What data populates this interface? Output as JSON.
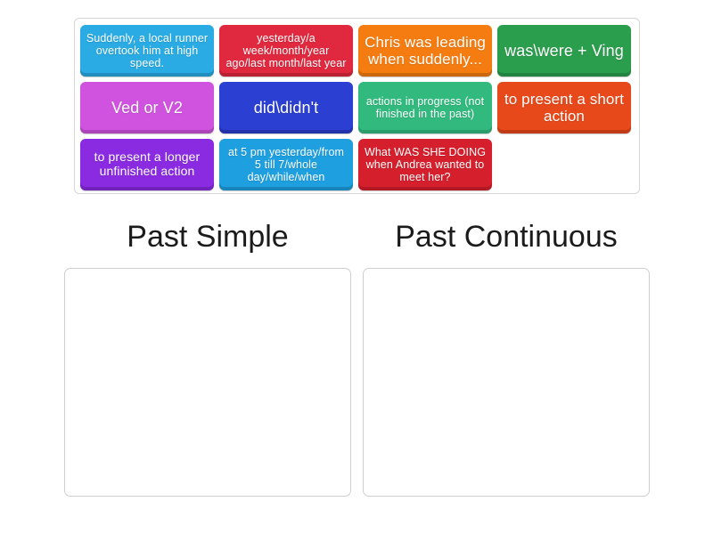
{
  "activity": {
    "type": "group-sort",
    "tray_label": "word-tile-tray"
  },
  "tiles": [
    {
      "id": "tile-1",
      "text": "Suddenly, a local runner overtook him at high speed.",
      "color": "#2aabe4",
      "color_name": "skyblue",
      "size": "sm"
    },
    {
      "id": "tile-2",
      "text": "yesterday/a week/month/year ago/last month/last year",
      "color": "#e0293f",
      "color_name": "crimson",
      "size": "sm"
    },
    {
      "id": "tile-3",
      "text": "Chris was leading when suddenly...",
      "color": "#f57c10",
      "color_name": "orange",
      "size": "lg"
    },
    {
      "id": "tile-4",
      "text": "was\\were + Ving",
      "color": "#2b9e4d",
      "color_name": "green",
      "size": "xl"
    },
    {
      "id": "tile-5",
      "text": "Ved or V2",
      "color": "#cf53de",
      "color_name": "orchid",
      "size": "xl"
    },
    {
      "id": "tile-6",
      "text": "did\\didn't",
      "color": "#2b3fd2",
      "color_name": "royalblue",
      "size": "xl"
    },
    {
      "id": "tile-7",
      "text": "actions in progress (not finished in the past)",
      "color": "#32b97e",
      "color_name": "mint",
      "size": "sm"
    },
    {
      "id": "tile-8",
      "text": "to present a short action",
      "color": "#e8491b",
      "color_name": "deeporange",
      "size": "lg"
    },
    {
      "id": "tile-9",
      "text": "to present a longer unfinished action",
      "color": "#8a2be2",
      "color_name": "violet",
      "size": "md"
    },
    {
      "id": "tile-10",
      "text": "at 5 pm yesterday/from 5 till 7/whole day/while/when",
      "color": "#1e9fe0",
      "color_name": "azure",
      "size": "sm"
    },
    {
      "id": "tile-11",
      "text": "What WAS SHE DOING when Andrea wanted to meet her?",
      "color": "#d61f2c",
      "color_name": "darkred",
      "size": "sm"
    }
  ],
  "categories": [
    {
      "id": "cat-past-simple",
      "title": "Past Simple",
      "items": []
    },
    {
      "id": "cat-past-continuous",
      "title": "Past Continuous",
      "items": []
    }
  ]
}
